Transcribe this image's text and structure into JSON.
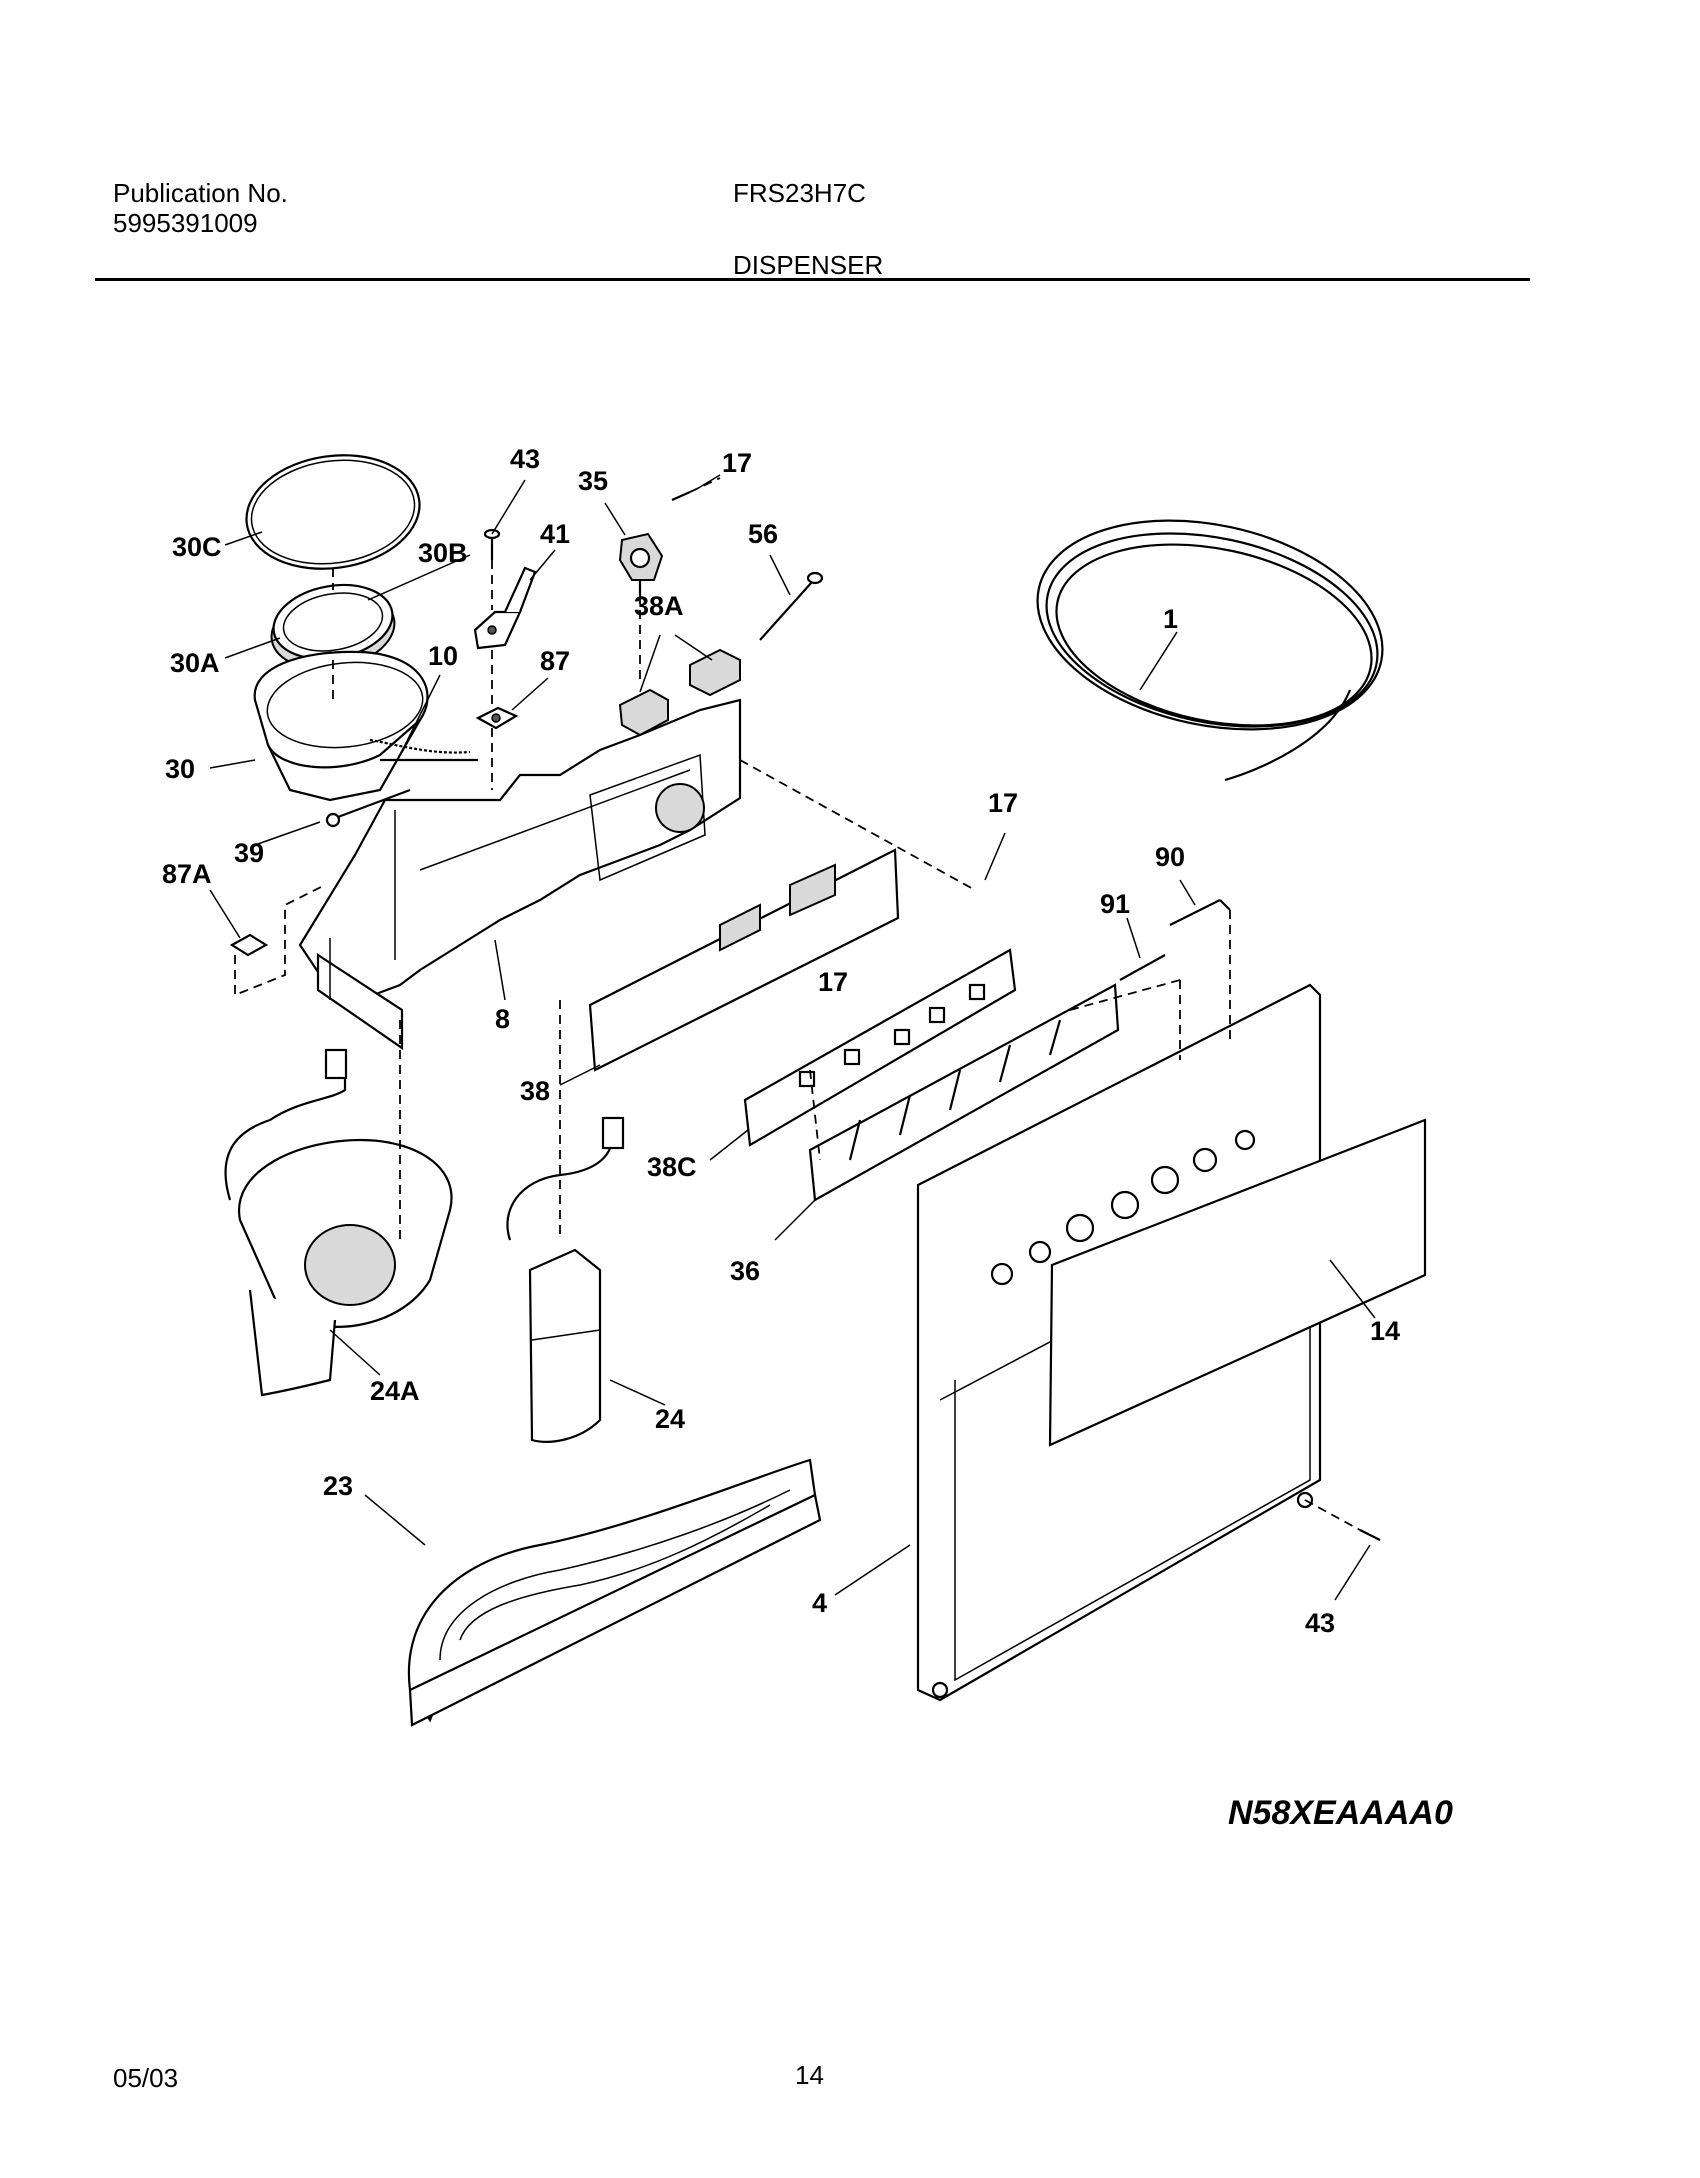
{
  "header": {
    "publication_label": "Publication No.",
    "publication_number": "5995391009",
    "model": "FRS23H7C",
    "section_title": "DISPENSER"
  },
  "diagram": {
    "drawing_code": "N58XEAAAA0",
    "callouts": {
      "c1": "1",
      "c4": "4",
      "c8": "8",
      "c10": "10",
      "c14": "14",
      "c17a": "17",
      "c17b": "17",
      "c17c": "17",
      "c23": "23",
      "c24": "24",
      "c24a": "24A",
      "c30": "30",
      "c30a": "30A",
      "c30b": "30B",
      "c30c": "30C",
      "c35": "35",
      "c36": "36",
      "c38": "38",
      "c38a": "38A",
      "c38c": "38C",
      "c39": "39",
      "c41": "41",
      "c43a": "43",
      "c43b": "43",
      "c56": "56",
      "c87": "87",
      "c87a": "87A",
      "c90": "90",
      "c91": "91"
    }
  },
  "footer": {
    "date": "05/03",
    "page": "14"
  }
}
